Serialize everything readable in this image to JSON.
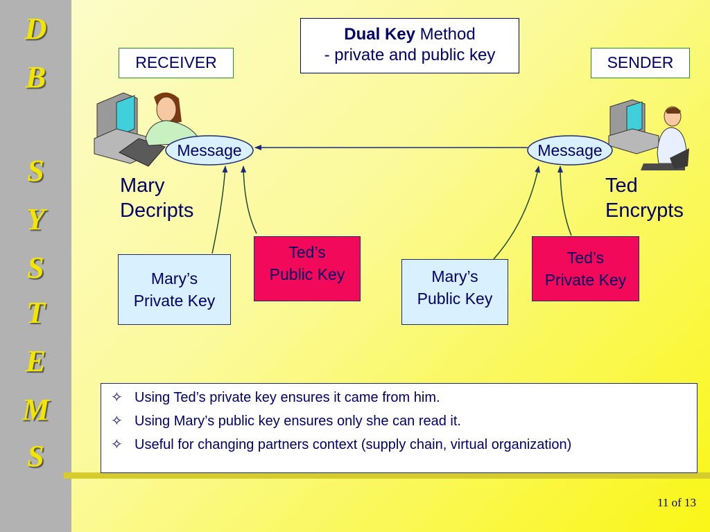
{
  "sidebar": {
    "letters": [
      "D",
      "B",
      "S",
      "Y",
      "S",
      "T",
      "E",
      "M",
      "S"
    ]
  },
  "title": {
    "bold": "Dual Key",
    "rest": " Method",
    "line2": "- private and public key"
  },
  "receiver_label": "RECEIVER",
  "sender_label": "SENDER",
  "message_left": "Message",
  "message_right": "Message",
  "receiver_action": {
    "line1": "Mary",
    "line2": "Decripts"
  },
  "sender_action": {
    "line1": "Ted",
    "line2": "Encrypts"
  },
  "keys": {
    "marys_private": {
      "line1": "Mary’s",
      "line2": "Private Key"
    },
    "teds_public": {
      "line1": "Ted’s",
      "line2": "Public Key"
    },
    "marys_public": {
      "line1": "Mary’s",
      "line2": "Public Key"
    },
    "teds_private": {
      "line1": "Ted’s",
      "line2": "Private Key"
    }
  },
  "notes": {
    "bullet_glyph": "✧",
    "items": [
      "Using Ted’s private key ensures it came from him.",
      "Using Mary’s public key ensures only she can read it.",
      "Useful for changing partners context (supply chain, virtual organization)"
    ]
  },
  "page": {
    "current": "11",
    "of_word": "of",
    "total": "13"
  },
  "colors": {
    "sidebar": "#b2b2b2",
    "letters": "#f2e600",
    "key_red": "#f2095a",
    "key_blue": "#d8f0ff",
    "text": "#000066"
  }
}
